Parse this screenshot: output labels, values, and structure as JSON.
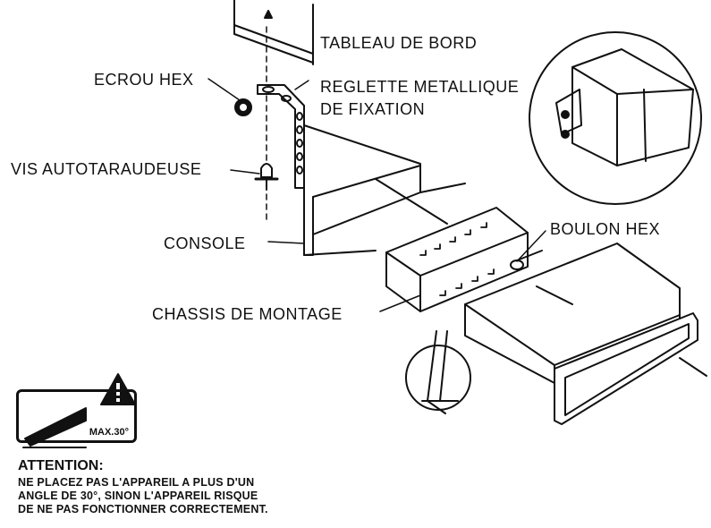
{
  "labels": {
    "tableau": "TABLEAU DE BORD",
    "ecrou": "ECROU HEX",
    "reglette_1": "REGLETTE METALLIQUE",
    "reglette_2": "DE FIXATION",
    "vis": "VIS AUTOTARAUDEUSE",
    "console": "CONSOLE",
    "boulon": "BOULON HEX",
    "chassis": "CHASSIS DE MONTAGE"
  },
  "warning": {
    "badge": "MAX.30°",
    "title": "ATTENTION:",
    "lines": [
      "NE PLACEZ PAS L'APPAREIL A PLUS D'UN",
      "ANGLE DE 30°, SINON L'APPAREIL RISQUE",
      "DE NE PAS FONCTIONNER CORRECTEMENT."
    ]
  },
  "colors": {
    "ink": "#111111",
    "paper": "#ffffff"
  }
}
